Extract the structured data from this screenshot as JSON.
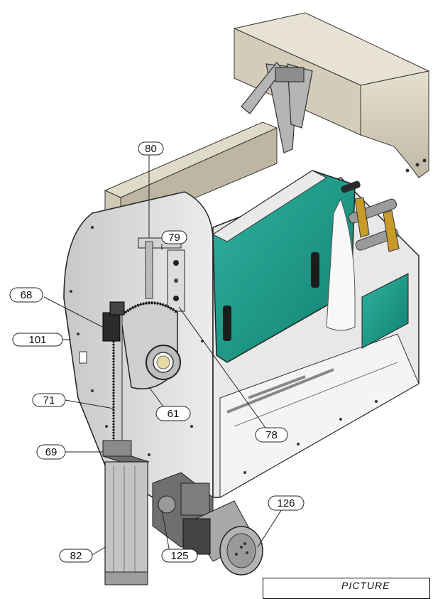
{
  "callouts": [
    {
      "id": "80",
      "label": "80"
    },
    {
      "id": "79",
      "label": "79"
    },
    {
      "id": "68",
      "label": "68"
    },
    {
      "id": "101",
      "label": "101"
    },
    {
      "id": "71",
      "label": "71"
    },
    {
      "id": "61",
      "label": "61"
    },
    {
      "id": "78",
      "label": "78"
    },
    {
      "id": "69",
      "label": "69"
    },
    {
      "id": "126",
      "label": "126"
    },
    {
      "id": "82",
      "label": "82"
    },
    {
      "id": "125",
      "label": "125"
    }
  ],
  "caption": "PICTURE",
  "colors": {
    "teal_panel": "#1f9c8a",
    "frame_gray": "#d8d8d8",
    "hood_beige": "#d9d2bf",
    "gear_gray": "#c9c9c9",
    "roller_yellow": "#c79a2a",
    "motor_gray": "#9a9a9a"
  }
}
